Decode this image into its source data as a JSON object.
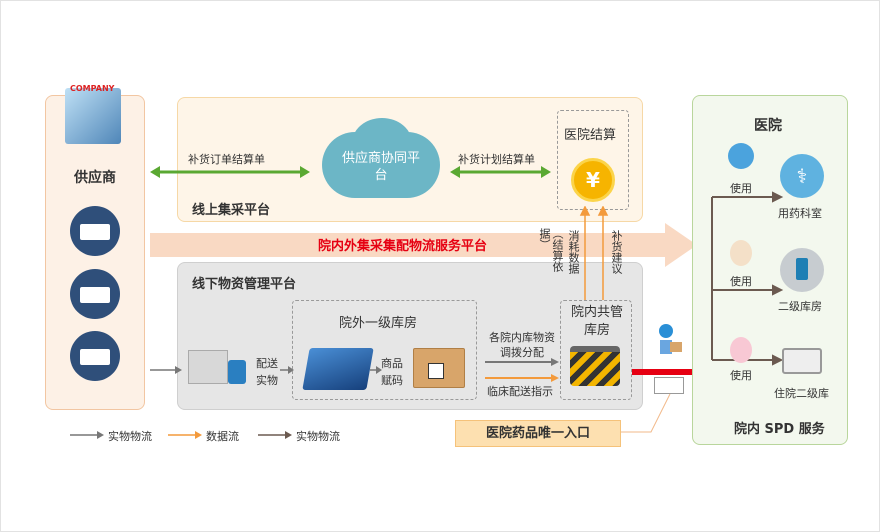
{
  "supplier": {
    "title": "供应商",
    "logo_text": "COMPANY"
  },
  "online": {
    "title": "线上集采平台",
    "cloud": "供应商协同平台",
    "left_arrow": "补货订单结算单",
    "right_arrow": "补货计划结算单",
    "settle": "医院结算"
  },
  "band": {
    "title": "院内外集采集配物流服务平台"
  },
  "offline": {
    "title": "线下物资管理平台",
    "deliver": "配送实物",
    "warehouse": "院外一级库房",
    "coding": "商品赋码",
    "alloc": "各院内库物资调拨分配",
    "clinical": "临床配送指示",
    "inner": "院内共管库房"
  },
  "vertical": {
    "consume": "消耗数据",
    "basis": "（结算依据）",
    "suggest": "补货建议"
  },
  "hospital": {
    "title": "医院",
    "use": "使用",
    "items": [
      "用药科室",
      "二级库房",
      "住院二级库"
    ],
    "footer": "院内 SPD 服务"
  },
  "entry": "医院药品唯一入口",
  "legend": [
    "实物物流",
    "数据流",
    "实物物流"
  ],
  "colors": {
    "green": "#5aa832",
    "orange": "#f39a3c",
    "red": "#e60012"
  }
}
